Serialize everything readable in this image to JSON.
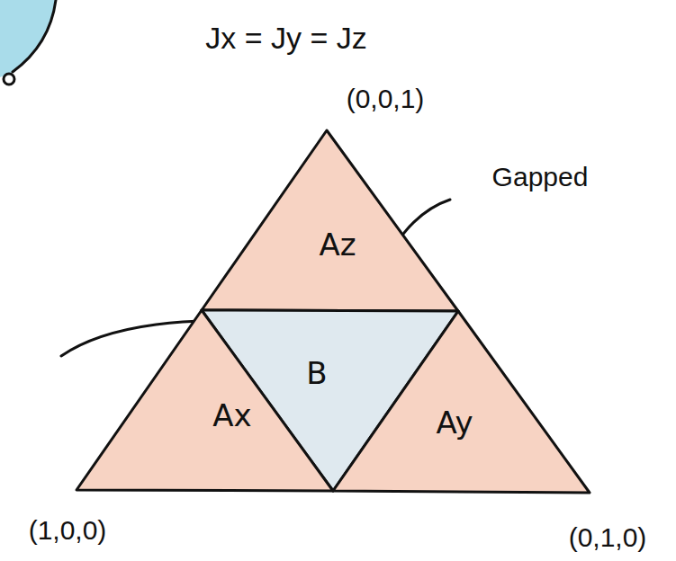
{
  "diagram": {
    "nodes": [
      {
        "text": [
          "Az"
        ]
      },
      {
        "text": [
          "B"
        ]
      },
      {
        "text": [
          "Ax"
        ]
      },
      {
        "text": [
          "Ay"
        ]
      }
    ],
    "labels": [
      "Jx = Jy = Jz",
      "(0,0,1)",
      "Gapped",
      "(1,0,0)",
      "(0,1,0)"
    ]
  }
}
